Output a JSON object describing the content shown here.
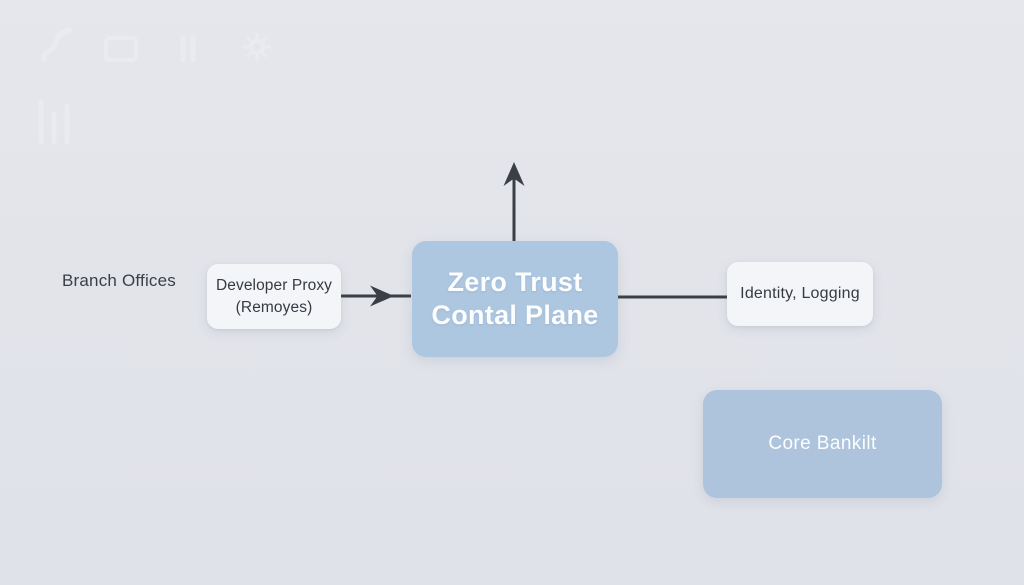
{
  "colors": {
    "background": "#e2e4ea",
    "node_blue": "#aec7e0",
    "node_blue_muted": "#adc4dc",
    "node_light": "#f3f5f9",
    "connector": "#3a3f46",
    "text_dark": "#3a3f47",
    "text_light": "#fbfdff"
  },
  "ghost_icons": [
    {
      "name": "squiggle-icon"
    },
    {
      "name": "image-icon"
    },
    {
      "name": "pause-icon"
    },
    {
      "name": "gear-icon"
    },
    {
      "name": "bar-chart-icon"
    }
  ],
  "diagram": {
    "labels": {
      "branch_offices": "Branch Offices",
      "developer_proxy_line1": "Developer Proxy",
      "developer_proxy_line2": "(Remoyes)",
      "control_plane_line1": "Zero Trust",
      "control_plane_line2": "Contal Plane",
      "identity_logging": "Identity, Logging",
      "core_banking": "Core Bankilt"
    },
    "edges": [
      {
        "from": "developer_proxy",
        "to": "control_plane",
        "type": "arrow-right"
      },
      {
        "from": "control_plane",
        "to": "top",
        "type": "arrow-up"
      },
      {
        "from": "control_plane",
        "to": "identity_logging",
        "type": "line"
      }
    ]
  }
}
